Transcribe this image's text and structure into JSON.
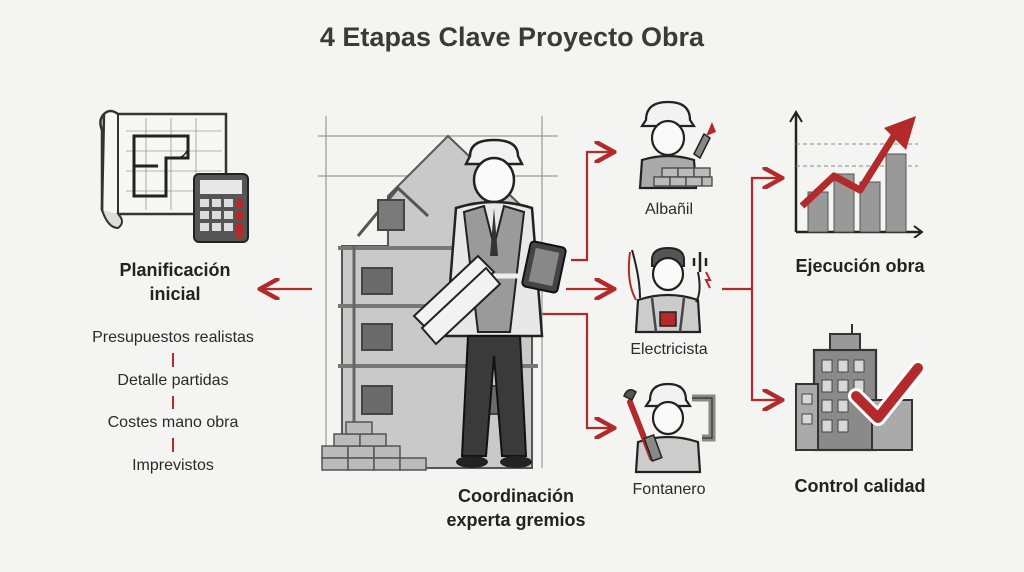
{
  "title": "4 Etapas Clave Proyecto Obra",
  "stages": {
    "planning": {
      "label": "Planificación inicial",
      "line1": "Planificación",
      "line2": "inicial"
    },
    "coordination": {
      "label": "Coordinación experta gremios",
      "line1": "Coordinación",
      "line2": "experta gremios"
    },
    "execution": {
      "label": "Ejecución obra"
    },
    "quality": {
      "label": "Control calidad"
    }
  },
  "planning_items": [
    "Presupuestos realistas",
    "Detalle partidas",
    "Costes mano obra",
    "Imprevistos"
  ],
  "trades": [
    {
      "label": "Albañil"
    },
    {
      "label": "Electricista"
    },
    {
      "label": "Fontanero"
    }
  ],
  "colors": {
    "accent": "#b22a2a",
    "ink": "#2a2a2a",
    "background": "#f4f4f2"
  },
  "icons": [
    "blueprint-calculator-icon",
    "building-worker-icon",
    "mason-icon",
    "electrician-icon",
    "plumber-icon",
    "growth-chart-icon",
    "building-check-icon"
  ]
}
